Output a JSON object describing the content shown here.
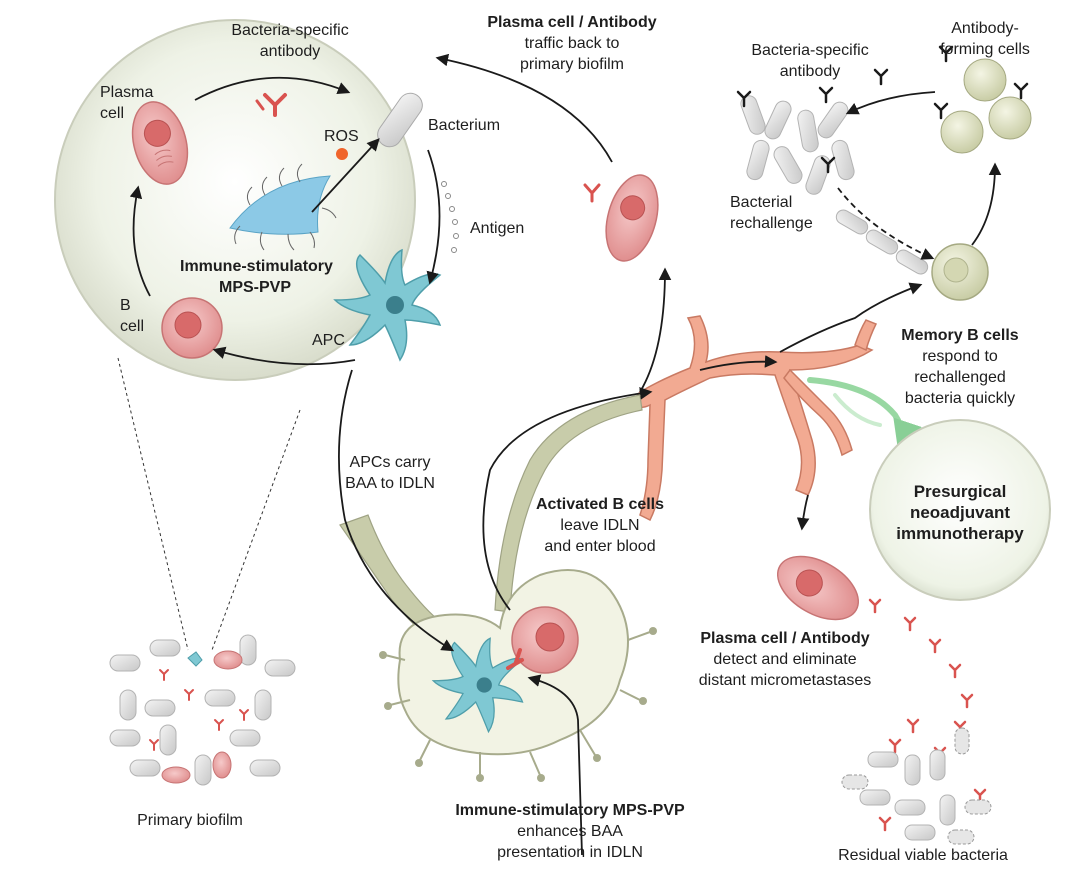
{
  "labels": {
    "bacteria_specific_antibody_top": [
      "Bacteria-specific",
      "antibody"
    ],
    "plasma_cell_circle": [
      "Plasma",
      "cell"
    ],
    "ros": "ROS",
    "bacterium": "Bacterium",
    "antigen": "Antigen",
    "immune_stimulatory_center": [
      "Immune-stimulatory",
      "MPS-PVP"
    ],
    "b_cell": [
      "B",
      "cell"
    ],
    "apc": "APC",
    "traffic_back": {
      "bold": "Plasma cell / Antibody",
      "lines": [
        "traffic back to",
        "primary biofilm"
      ]
    },
    "bacteria_specific_antibody_right": [
      "Bacteria-specific",
      "antibody"
    ],
    "antibody_forming_cells": [
      "Antibody-",
      "forming cells"
    ],
    "bacterial_rechallenge": [
      "Bacterial",
      "rechallenge"
    ],
    "memory_b_cells": {
      "bold": "Memory B cells",
      "lines": [
        "respond to",
        "rechallenged",
        "bacteria quickly"
      ]
    },
    "presurgical": [
      "Presurgical",
      "neoadjuvant",
      "immunotherapy"
    ],
    "apcs_carry": [
      "APCs carry",
      "BAA to IDLN"
    ],
    "activated_b_cells": {
      "bold": "Activated B cells",
      "lines": [
        "leave IDLN",
        "and enter blood"
      ]
    },
    "plasma_detect": {
      "bold": "Plasma cell / Antibody",
      "lines": [
        "detect and eliminate",
        "distant micrometastases"
      ]
    },
    "primary_biofilm": "Primary biofilm",
    "enhances_baa": {
      "bold": "Immune-stimulatory MPS-PVP",
      "lines": [
        "enhances BAA",
        "presentation in IDLN"
      ]
    },
    "residual_viable": "Residual viable bacteria"
  },
  "colors": {
    "circle_fill": "#eef2e6",
    "plasma_cell": "#e8a3a3",
    "nucleus": "#d86a6a",
    "apc": "#7fc8d3",
    "mps_pvp": "#8cc9e6",
    "bacterium": "#d9d9d9",
    "memory_cell": "#dfe2c2",
    "blood_vessel": "#f2aa92",
    "lymph": "#c8ccaa",
    "antibody_red": "#d9534f",
    "green_arrow": "#7fcf8c"
  }
}
